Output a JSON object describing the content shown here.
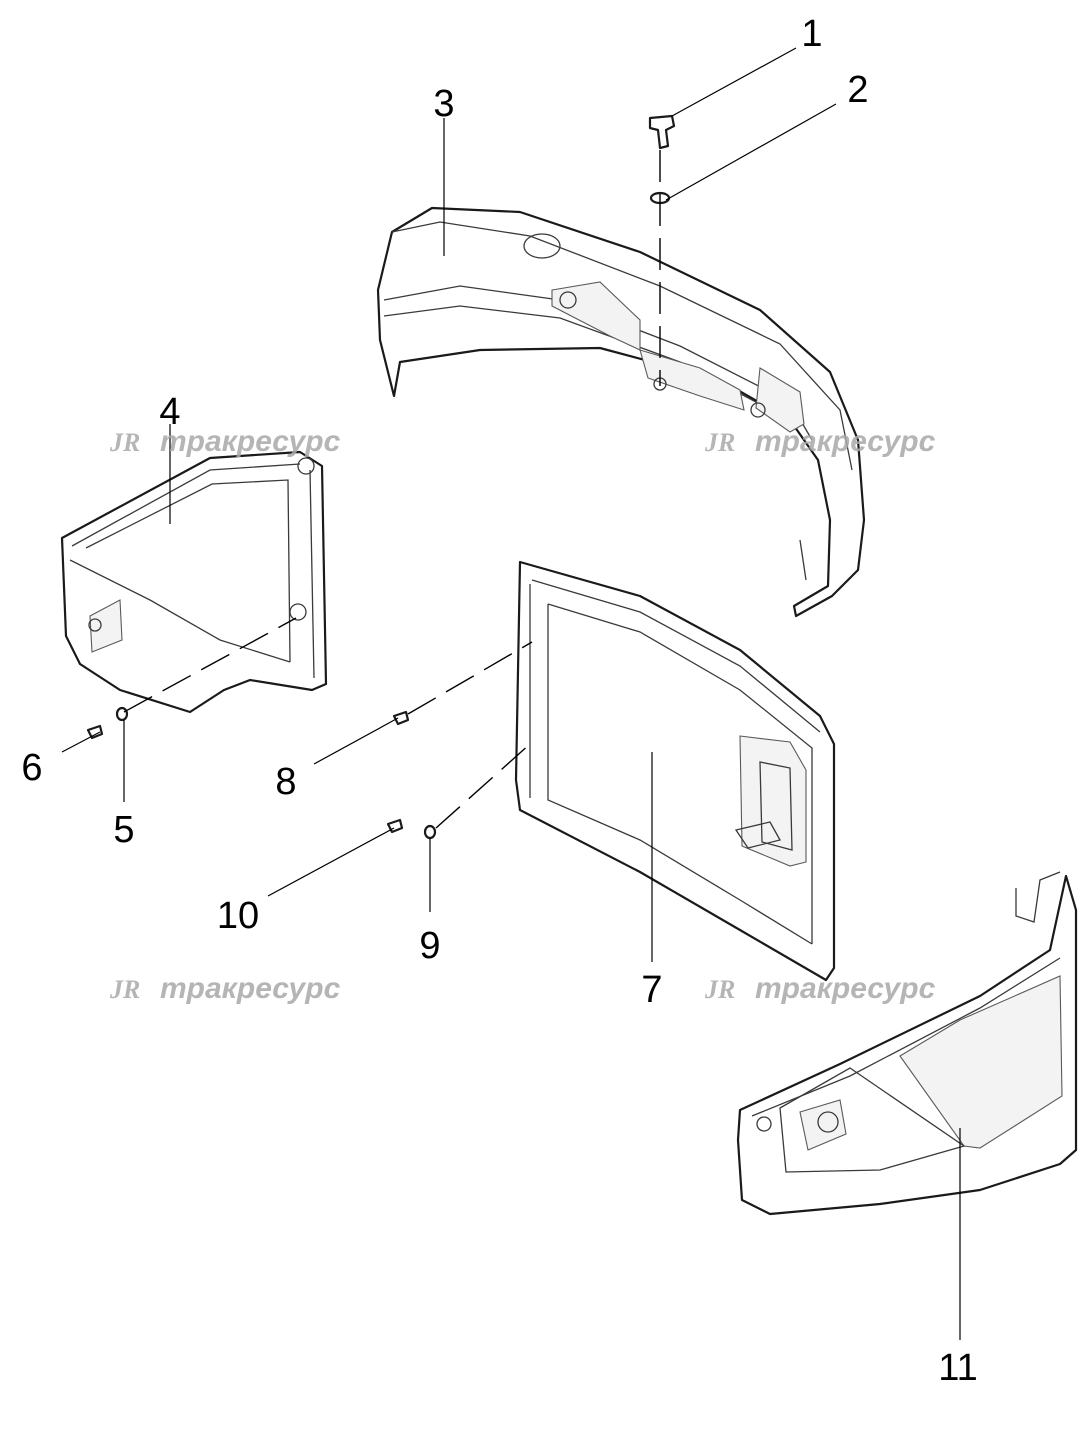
{
  "callouts": [
    {
      "id": "1",
      "label": "1"
    },
    {
      "id": "2",
      "label": "2"
    },
    {
      "id": "3",
      "label": "3"
    },
    {
      "id": "4",
      "label": "4"
    },
    {
      "id": "5",
      "label": "5"
    },
    {
      "id": "6",
      "label": "6"
    },
    {
      "id": "7",
      "label": "7"
    },
    {
      "id": "8",
      "label": "8"
    },
    {
      "id": "9",
      "label": "9"
    },
    {
      "id": "10",
      "label": "10"
    },
    {
      "id": "11",
      "label": "11"
    }
  ],
  "watermark": {
    "logo": "JR",
    "text": "тракресурс",
    "color": "#a9a9a9"
  }
}
